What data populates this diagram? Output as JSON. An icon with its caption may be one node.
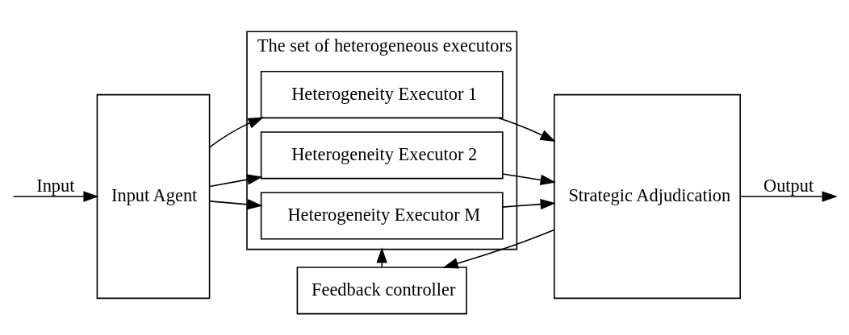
{
  "diagram": {
    "nodes": [
      {
        "text": [
          "Input Agent"
        ]
      },
      {
        "text": [
          "The set of heterogeneous executors"
        ]
      },
      {
        "text": [
          "Heterogeneity Executor 1"
        ],
        "in": 1
      },
      {
        "text": [
          "Heterogeneity Executor 2"
        ],
        "in": 1
      },
      {
        "text": [
          "Heterogeneity Executor M"
        ],
        "in": 1
      },
      {
        "text": [
          "Strategic Adjudication"
        ]
      },
      {
        "text": [
          "Feedback controller"
        ]
      }
    ],
    "edges": [
      {
        "from": null,
        "to": 0,
        "arrow": "to",
        "label": "Input"
      },
      {
        "from": 0,
        "to": 2,
        "arrow": "to"
      },
      {
        "from": 0,
        "to": 3,
        "arrow": "to"
      },
      {
        "from": 0,
        "to": 4,
        "arrow": "to"
      },
      {
        "from": 2,
        "to": 5,
        "arrow": "to"
      },
      {
        "from": 3,
        "to": 5,
        "arrow": "to"
      },
      {
        "from": 4,
        "to": 5,
        "arrow": "to"
      },
      {
        "from": 5,
        "to": null,
        "arrow": "to",
        "label": "Output"
      },
      {
        "from": 5,
        "to": 6,
        "arrow": "to"
      },
      {
        "from": 6,
        "to": 1,
        "arrow": "to"
      }
    ]
  }
}
